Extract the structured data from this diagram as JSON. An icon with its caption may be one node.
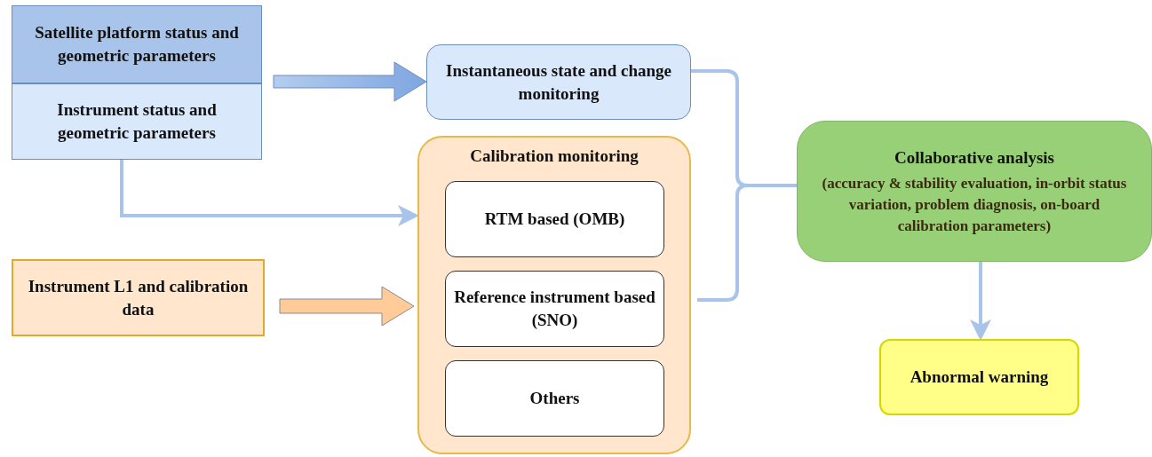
{
  "diagram": {
    "nodes": [
      {
        "text": [
          "Satellite platform status and geometric parameters"
        ]
      },
      {
        "text": [
          "Instrument status and geometric parameters"
        ]
      },
      {
        "text": [
          "Instantaneous state and change monitoring"
        ]
      },
      {
        "text": [
          "Calibration monitoring"
        ]
      },
      {
        "text": [
          "RTM based (OMB)"
        ],
        "in": 3
      },
      {
        "text": [
          "Reference instrument based (SNO)"
        ],
        "in": 3
      },
      {
        "text": [
          "Others"
        ],
        "in": 3
      },
      {
        "text": [
          "Instrument L1 and calibration data"
        ]
      },
      {
        "text": [
          "Collaborative analysis",
          "(accuracy & stability evaluation, in-orbit status variation, problem diagnosis, on-board calibration parameters)"
        ]
      },
      {
        "text": [
          "Abnormal warning"
        ]
      }
    ],
    "edges": [
      {
        "from": 0,
        "to": 2,
        "arrow": "to",
        "style": "thick"
      },
      {
        "from": 1,
        "to": 3,
        "arrow": "to"
      },
      {
        "from": 7,
        "to": 3,
        "arrow": "to",
        "style": "thick",
        "color": "#ffcc99"
      },
      {
        "from": 2,
        "to": 8,
        "arrow": "none"
      },
      {
        "from": 3,
        "to": 8,
        "arrow": "none"
      },
      {
        "from": 8,
        "to": 9,
        "arrow": "to"
      }
    ]
  }
}
